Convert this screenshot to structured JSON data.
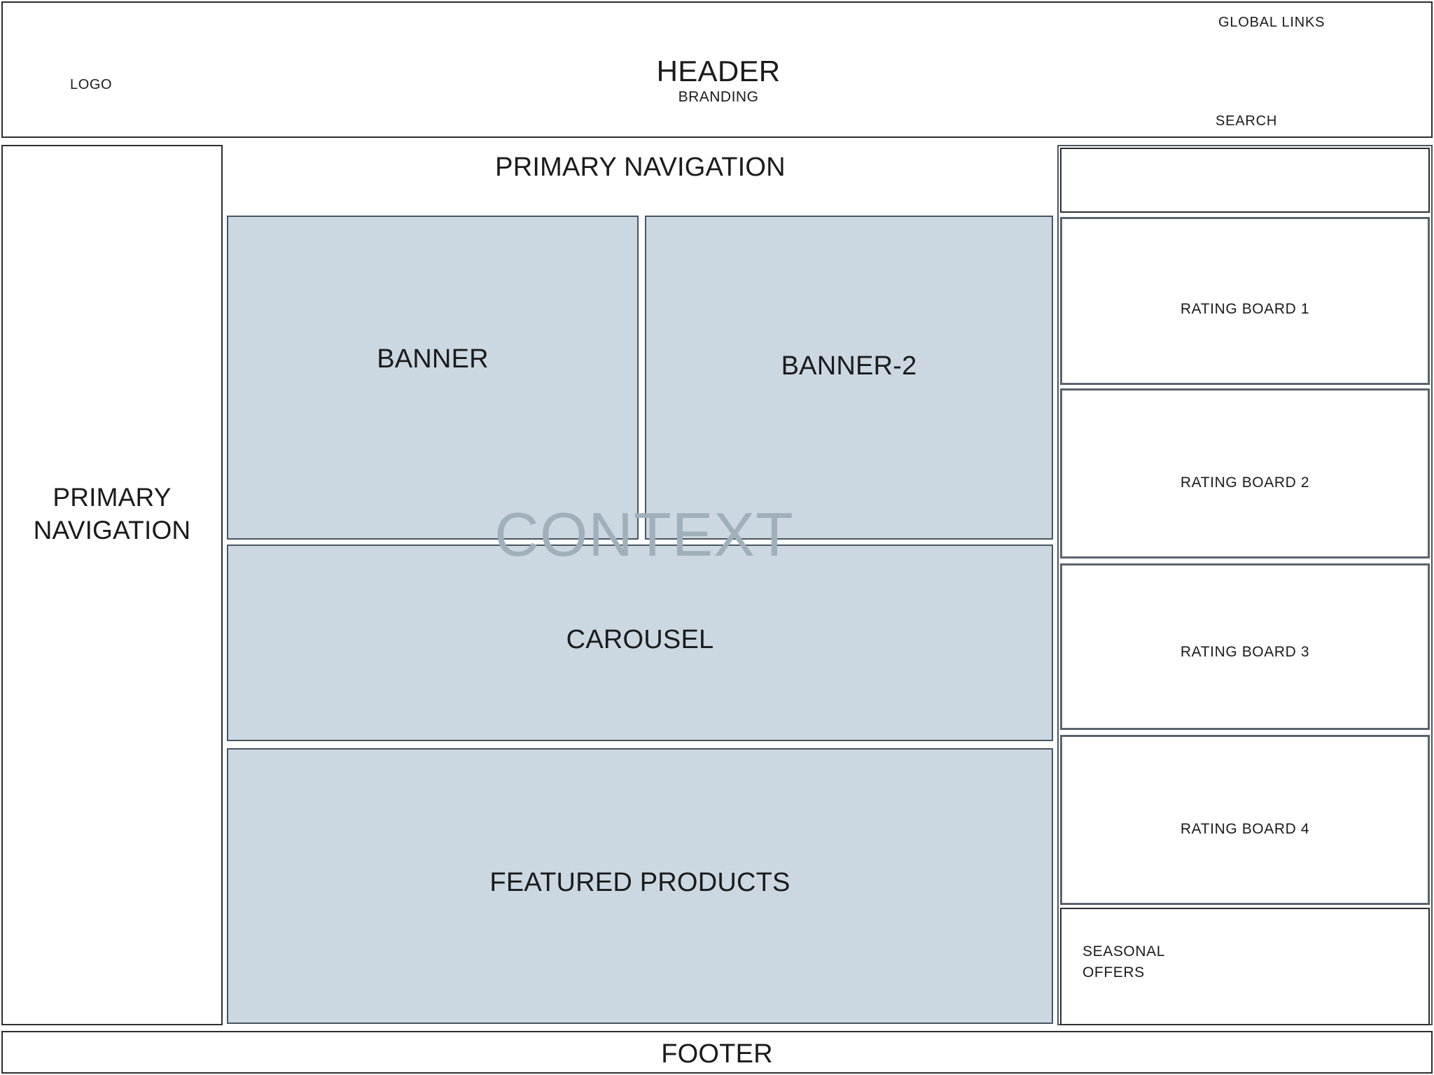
{
  "header": {
    "logo_label": "LOGO",
    "title": "HEADER",
    "branding_label": "BRANDING",
    "global_links_label": "GLOBAL LINKS",
    "search_label": "SEARCH"
  },
  "left_nav": {
    "label": "PRIMARY\nNAVIGATION",
    "line1": "PRIMARY",
    "line2": "NAVIGATION"
  },
  "main": {
    "primary_nav_heading": "PRIMARY NAVIGATION",
    "watermark": "CONTEXT",
    "panels": [
      {
        "name": "banner",
        "label": "BANNER"
      },
      {
        "name": "banner-2",
        "label": "BANNER-2"
      },
      {
        "name": "carousel",
        "label": "CAROUSEL"
      },
      {
        "name": "featured-products",
        "label": "FEATURED PRODUCTS"
      }
    ]
  },
  "right_column": {
    "slot_top_label": "",
    "boards": [
      {
        "label": "RATING BOARD 1"
      },
      {
        "label": "RATING BOARD 2"
      },
      {
        "label": "RATING BOARD 3"
      },
      {
        "label": "RATING BOARD 4"
      }
    ],
    "seasonal": {
      "line1": "SEASONAL",
      "line2": "OFFERS"
    }
  },
  "footer": {
    "label": "FOOTER"
  },
  "colors": {
    "panel_fill": "#ccd8e1",
    "panel_border": "#4a5560",
    "box_border": "#2e2e2e",
    "watermark": "#9fb0bb",
    "text": "#1b1b1b",
    "page_background": "#ffffff"
  }
}
